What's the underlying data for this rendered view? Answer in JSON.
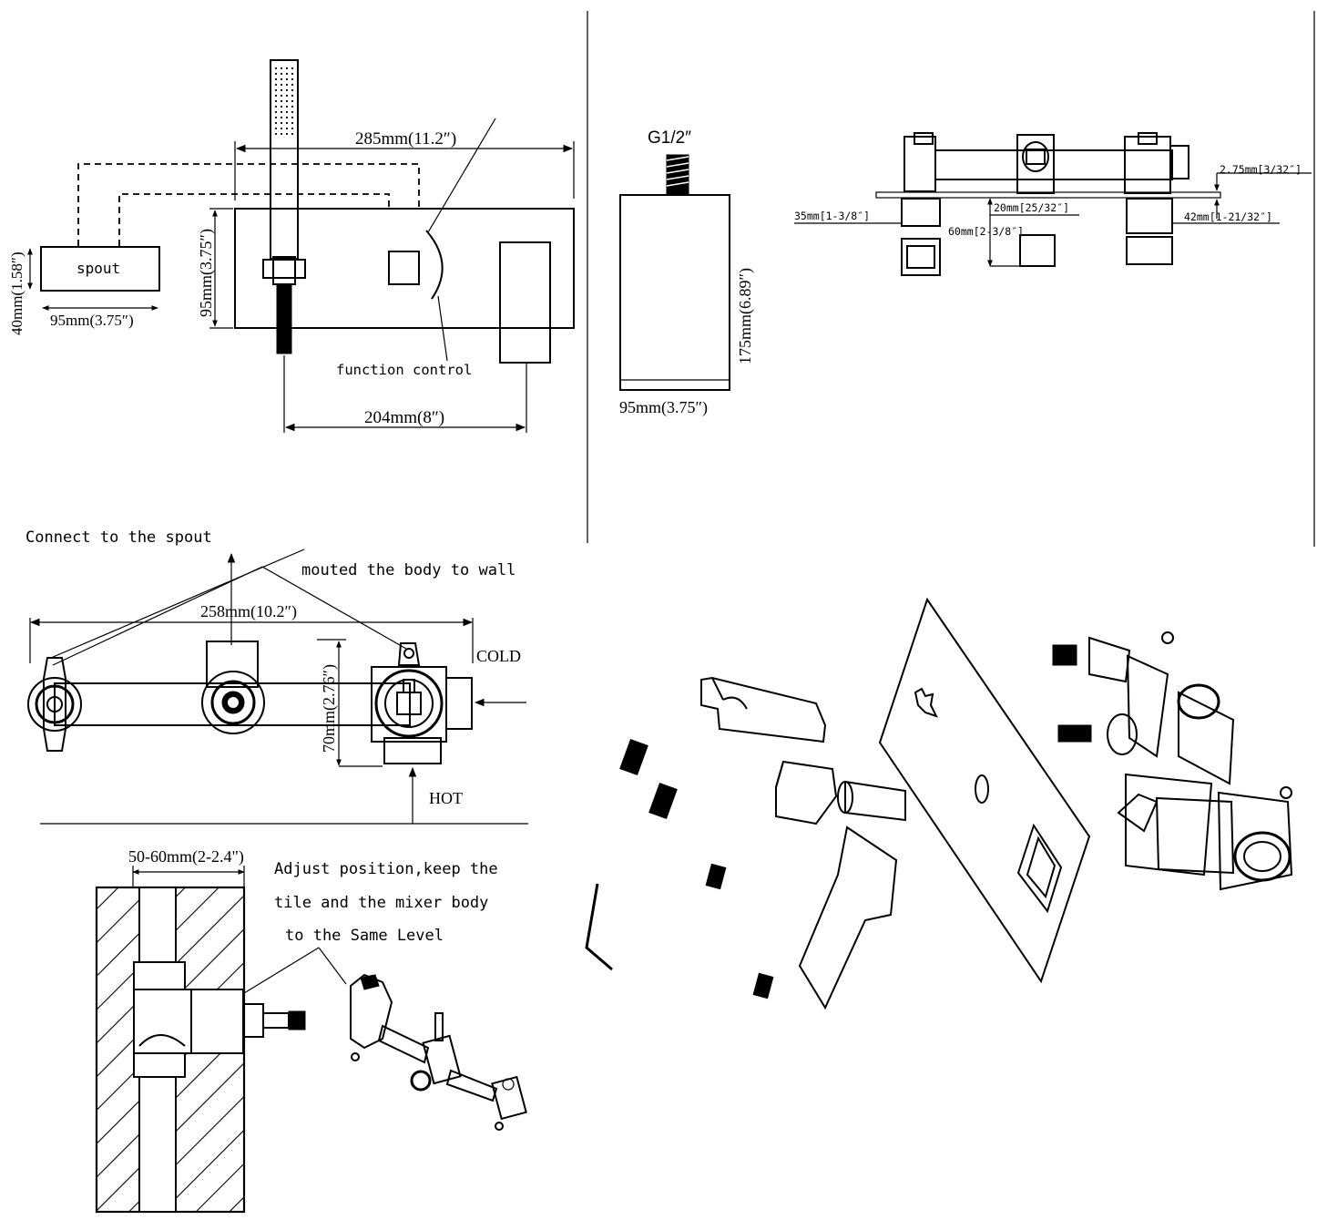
{
  "panel_top_left": {
    "spout_label": "spout",
    "dim_spout_height": "40mm(1.58″)",
    "dim_spout_width": "95mm(3.75″)",
    "dim_plate_width": "285mm(11.2″)",
    "dim_plate_height": "95mm(3.75″)",
    "dim_handle_offset": "204mm(8″)",
    "function_label": "function control"
  },
  "panel_shower_head": {
    "thread_label": "G1/2″",
    "dim_height": "175mm(6.89″)",
    "dim_width": "95mm(3.75″)"
  },
  "panel_valve_profile": {
    "dim_plate_thickness": "2.75mm[3/32″]",
    "dim_left_outlet": "35mm[1-3/8″]",
    "dim_center_depth": "20mm[25/32″]",
    "dim_center_outlet": "60mm[2-3/8″]",
    "dim_right_outlet": "42mm[1-21/32″]"
  },
  "panel_body_mount": {
    "connect_label": "Connect to the spout",
    "mount_label": "mouted the body to wall",
    "dim_body_width": "258mm(10.2″)",
    "dim_body_height": "70mm(2.76″)",
    "cold_label": "COLD",
    "hot_label": "HOT"
  },
  "panel_wall_section": {
    "dim_depth": "50-60mm(2-2.4\")",
    "adjust_line1": "Adjust position,keep the",
    "adjust_line2": "tile and the mixer body",
    "adjust_line3": "to the Same Level"
  }
}
